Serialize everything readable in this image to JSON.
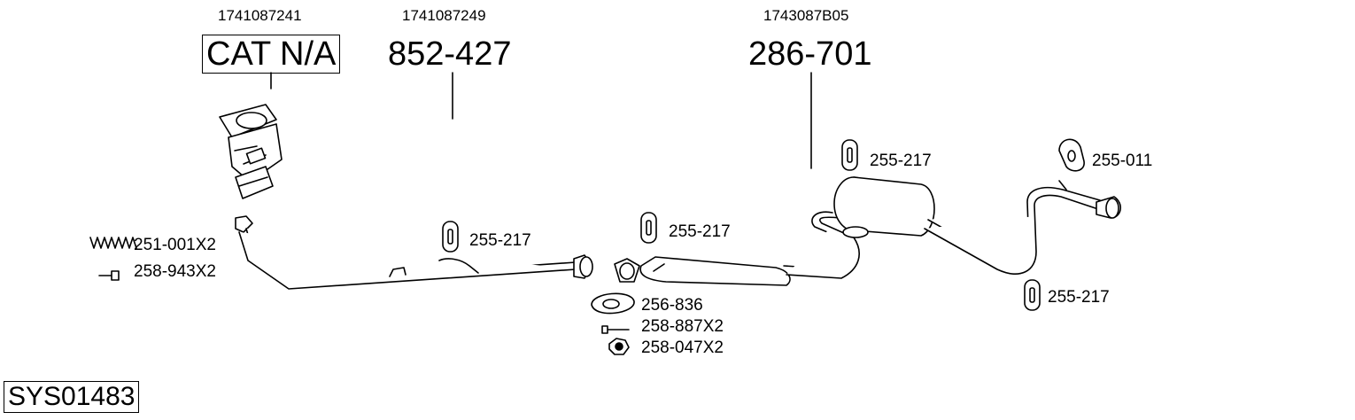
{
  "system_code": "SYS01483",
  "sections": [
    {
      "oem": "1741087241",
      "part": "CAT N/A"
    },
    {
      "oem": "1741087249",
      "part": "852-427"
    },
    {
      "oem": "1743087B05",
      "part": "286-701"
    }
  ],
  "parts": {
    "spring": "251-001X2",
    "bolt_left": "258-943X2",
    "hanger_front": "255-217",
    "hanger_mid": "255-217",
    "hanger_rear": "255-217",
    "hanger_tail": "255-011",
    "hanger_bottom": "255-217",
    "gasket": "256-836",
    "bolt_mid": "258-887X2",
    "nut": "258-047X2"
  }
}
